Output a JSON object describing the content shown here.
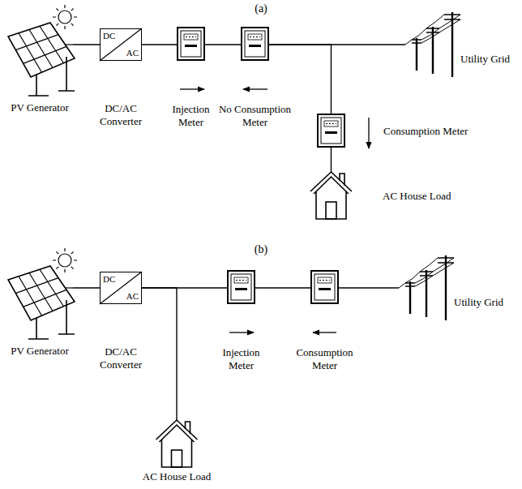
{
  "diagram": {
    "nodes": [
      {
        "text": [
          "PV Generator"
        ]
      },
      {
        "text": [
          "DC",
          "AC",
          "DC/AC Converter"
        ]
      },
      {
        "text": [
          "Injection Meter"
        ]
      },
      {
        "text": [
          "No Consumption Meter"
        ]
      },
      {
        "text": [
          "Utility Grid"
        ]
      },
      {
        "text": [
          "Consumption Meter"
        ]
      },
      {
        "text": [
          "AC House Load"
        ]
      },
      {
        "text": [
          "PV Generator"
        ]
      },
      {
        "text": [
          "DC",
          "AC",
          "DC/AC Converter"
        ]
      },
      {
        "text": [
          "Injection Meter"
        ]
      },
      {
        "text": [
          "Consumption Meter"
        ]
      },
      {
        "text": [
          "Utility Grid"
        ]
      },
      {
        "text": [
          "AC House Load"
        ]
      }
    ],
    "edges": [
      {
        "from": 0,
        "to": 1,
        "arrow": "none"
      },
      {
        "from": 1,
        "to": 2,
        "arrow": "none"
      },
      {
        "from": 2,
        "to": 3,
        "arrow": "none"
      },
      {
        "from": 3,
        "to": 4,
        "arrow": "none"
      },
      {
        "from": 3,
        "to": 5,
        "arrow": "none"
      },
      {
        "from": 5,
        "to": 6,
        "arrow": "none"
      },
      {
        "from": 7,
        "to": 8,
        "arrow": "none"
      },
      {
        "from": 8,
        "to": 9,
        "arrow": "none"
      },
      {
        "from": 9,
        "to": 10,
        "arrow": "none"
      },
      {
        "from": 10,
        "to": 11,
        "arrow": "none"
      },
      {
        "from": 8,
        "to": 12,
        "arrow": "none"
      }
    ],
    "labels": [
      "(a)",
      "(b)"
    ]
  }
}
